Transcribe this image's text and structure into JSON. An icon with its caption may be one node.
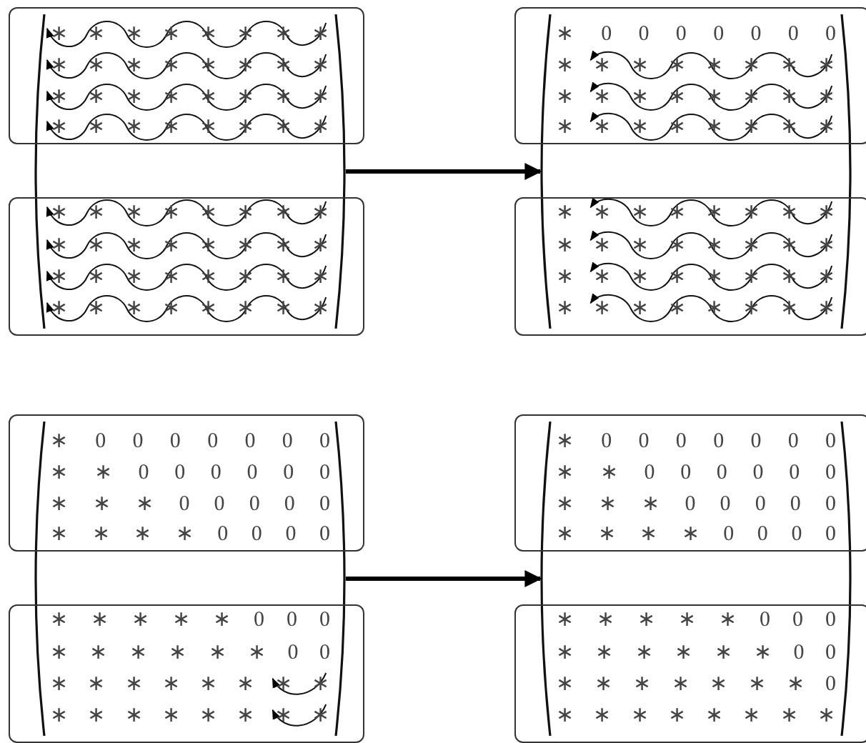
{
  "diagram": {
    "nodes": [
      {
        "text": [],
        "shape": "bracket"
      },
      {
        "text": [
          "∗ ∗ ∗ ∗ ∗ ∗ ∗ ∗",
          "∗ ∗ ∗ ∗ ∗ ∗ ∗ ∗",
          "∗ ∗ ∗ ∗ ∗ ∗ ∗ ∗",
          "∗ ∗ ∗ ∗ ∗ ∗ ∗ ∗"
        ]
      },
      {
        "text": [
          "∗ ∗ ∗ ∗ ∗ ∗ ∗ ∗",
          "∗ ∗ ∗ ∗ ∗ ∗ ∗ ∗",
          "∗ ∗ ∗ ∗ ∗ ∗ ∗ ∗",
          "∗ ∗ ∗ ∗ ∗ ∗ ∗ ∗"
        ]
      },
      {
        "text": [],
        "shape": "bracket"
      },
      {
        "text": [
          "∗ 0 0 0 0 0 0 0",
          "∗ ∗ ∗ ∗ ∗ ∗ ∗ ∗",
          "∗ ∗ ∗ ∗ ∗ ∗ ∗ ∗",
          "∗ ∗ ∗ ∗ ∗ ∗ ∗ ∗"
        ]
      },
      {
        "text": [
          "∗ ∗ ∗ ∗ ∗ ∗ ∗ ∗",
          "∗ ∗ ∗ ∗ ∗ ∗ ∗ ∗",
          "∗ ∗ ∗ ∗ ∗ ∗ ∗ ∗",
          "∗ ∗ ∗ ∗ ∗ ∗ ∗ ∗"
        ]
      },
      {
        "text": [],
        "shape": "bracket"
      },
      {
        "text": [
          "∗ 0 0 0 0 0 0 0",
          "∗ ∗ 0 0 0 0 0 0",
          "∗ ∗ ∗ 0 0 0 0 0",
          "∗ ∗ ∗ ∗ 0 0 0 0"
        ]
      },
      {
        "text": [
          "∗ ∗ ∗ ∗ ∗ 0 0 0",
          "∗ ∗ ∗ ∗ ∗ ∗ 0 0",
          "∗ ∗ ∗ ∗ ∗ ∗ ∗ ∗",
          "∗ ∗ ∗ ∗ ∗ ∗ ∗ ∗"
        ]
      },
      {
        "text": [],
        "shape": "bracket"
      },
      {
        "text": [
          "∗ 0 0 0 0 0 0 0",
          "∗ ∗ 0 0 0 0 0 0",
          "∗ ∗ ∗ 0 0 0 0 0",
          "∗ ∗ ∗ ∗ 0 0 0 0"
        ]
      },
      {
        "text": [
          "∗ ∗ ∗ ∗ ∗ 0 0 0",
          "∗ ∗ ∗ ∗ ∗ ∗ 0 0",
          "∗ ∗ ∗ ∗ ∗ ∗ ∗ 0",
          "∗ ∗ ∗ ∗ ∗ ∗ ∗ ∗"
        ]
      }
    ],
    "edges": [
      {
        "from": 0,
        "to": 3,
        "arrow": "to"
      },
      {
        "from": 6,
        "to": 9,
        "arrow": "to"
      }
    ]
  }
}
